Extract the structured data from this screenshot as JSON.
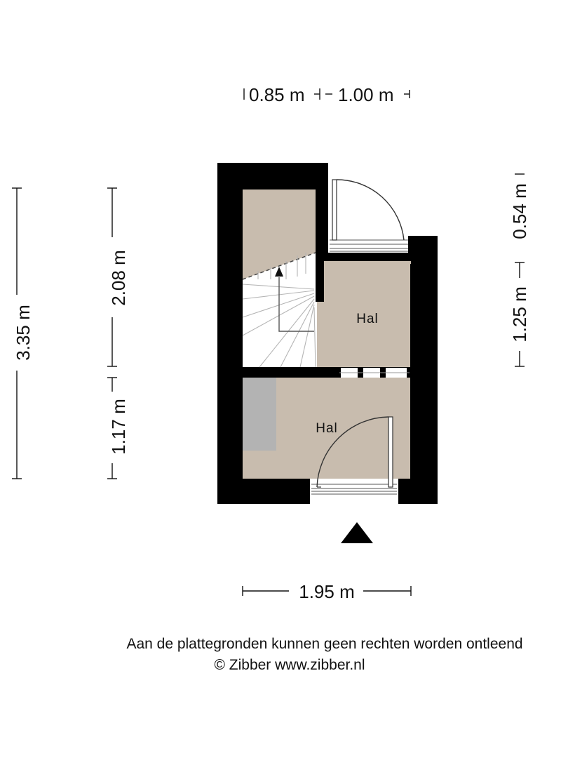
{
  "dimensions": {
    "top_left": "0.85 m",
    "top_right": "1.00 m",
    "left_total": "3.35 m",
    "left_upper": "2.08 m",
    "left_lower": "1.17 m",
    "right_upper": "0.54 m",
    "right_lower": "1.25 m",
    "bottom": "1.95 m"
  },
  "rooms": {
    "upper": "Hal",
    "lower": "Hal"
  },
  "footer": {
    "disclaimer": "Aan de plattegronden kunnen geen rechten worden ontleend",
    "copyright": "© Zibber www.zibber.nl"
  },
  "colors": {
    "wall": "#000000",
    "floor": "#c8bcae",
    "stairs": "#ffffff",
    "cabinet": "#b3b3b3"
  }
}
